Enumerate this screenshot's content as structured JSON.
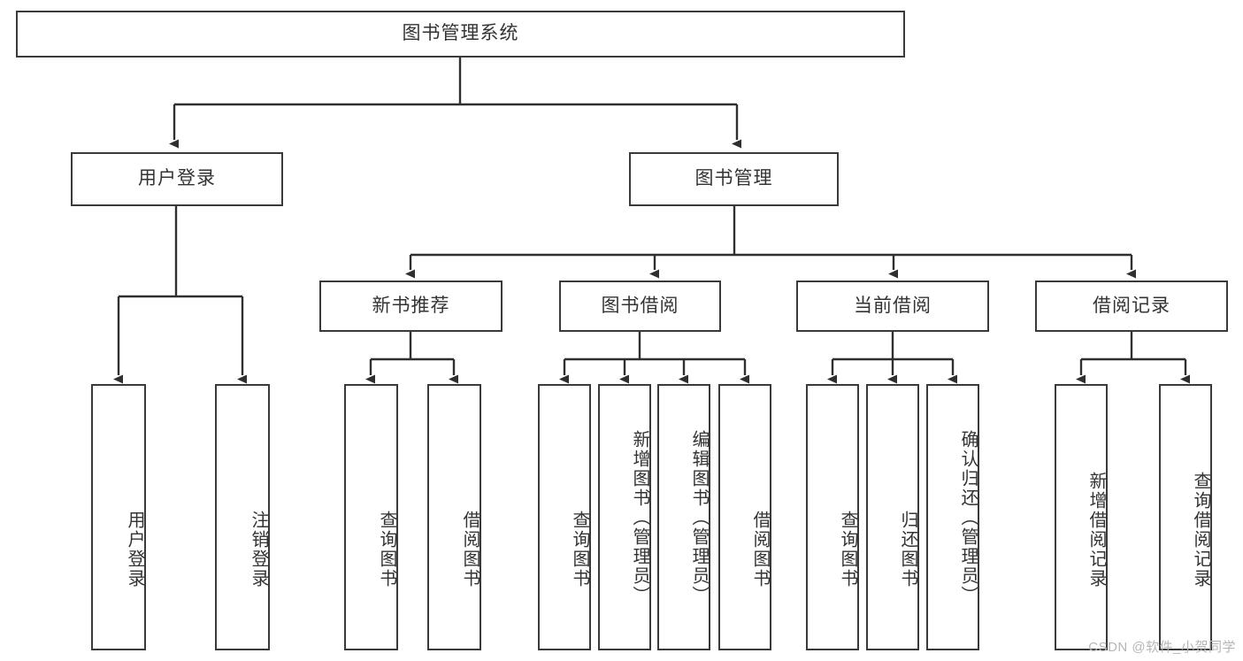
{
  "diagram": {
    "type": "tree",
    "title": "图书管理系统",
    "watermark": "CSDN @软件_小贺同学",
    "root": {
      "id": "root",
      "label": "图书管理系统"
    },
    "level2": [
      {
        "id": "user-login",
        "label": "用户登录"
      },
      {
        "id": "book-manage",
        "label": "图书管理"
      }
    ],
    "level3": [
      {
        "id": "new-book-recommend",
        "label": "新书推荐",
        "parent": "book-manage"
      },
      {
        "id": "book-borrow",
        "label": "图书借阅",
        "parent": "book-manage"
      },
      {
        "id": "current-borrow",
        "label": "当前借阅",
        "parent": "book-manage"
      },
      {
        "id": "borrow-record",
        "label": "借阅记录",
        "parent": "book-manage"
      }
    ],
    "leaves": [
      {
        "id": "leaf-user-login",
        "label": "用户登录",
        "parent": "user-login"
      },
      {
        "id": "leaf-logout",
        "label": "注销登录",
        "parent": "user-login"
      },
      {
        "id": "leaf-query-book-1",
        "label": "查询图书",
        "parent": "new-book-recommend"
      },
      {
        "id": "leaf-borrow-book-1",
        "label": "借阅图书",
        "parent": "new-book-recommend"
      },
      {
        "id": "leaf-query-book-2",
        "label": "查询图书",
        "parent": "book-borrow"
      },
      {
        "id": "leaf-add-book",
        "label": "新增图书（管理员）",
        "parent": "book-borrow"
      },
      {
        "id": "leaf-edit-book",
        "label": "编辑图书（管理员）",
        "parent": "book-borrow"
      },
      {
        "id": "leaf-borrow-book-2",
        "label": "借阅图书",
        "parent": "book-borrow"
      },
      {
        "id": "leaf-query-book-3",
        "label": "查询图书",
        "parent": "current-borrow"
      },
      {
        "id": "leaf-return-book",
        "label": "归还图书",
        "parent": "current-borrow"
      },
      {
        "id": "leaf-confirm-return",
        "label": "确认归还（管理员）",
        "parent": "current-borrow"
      },
      {
        "id": "leaf-add-record",
        "label": "新增借阅记录",
        "parent": "borrow-record"
      },
      {
        "id": "leaf-query-record",
        "label": "查询借阅记录",
        "parent": "borrow-record"
      }
    ],
    "colors": {
      "stroke": "#3a3a3a",
      "text": "#333333",
      "background": "#ffffff",
      "watermark": "#b6b6b6"
    }
  }
}
